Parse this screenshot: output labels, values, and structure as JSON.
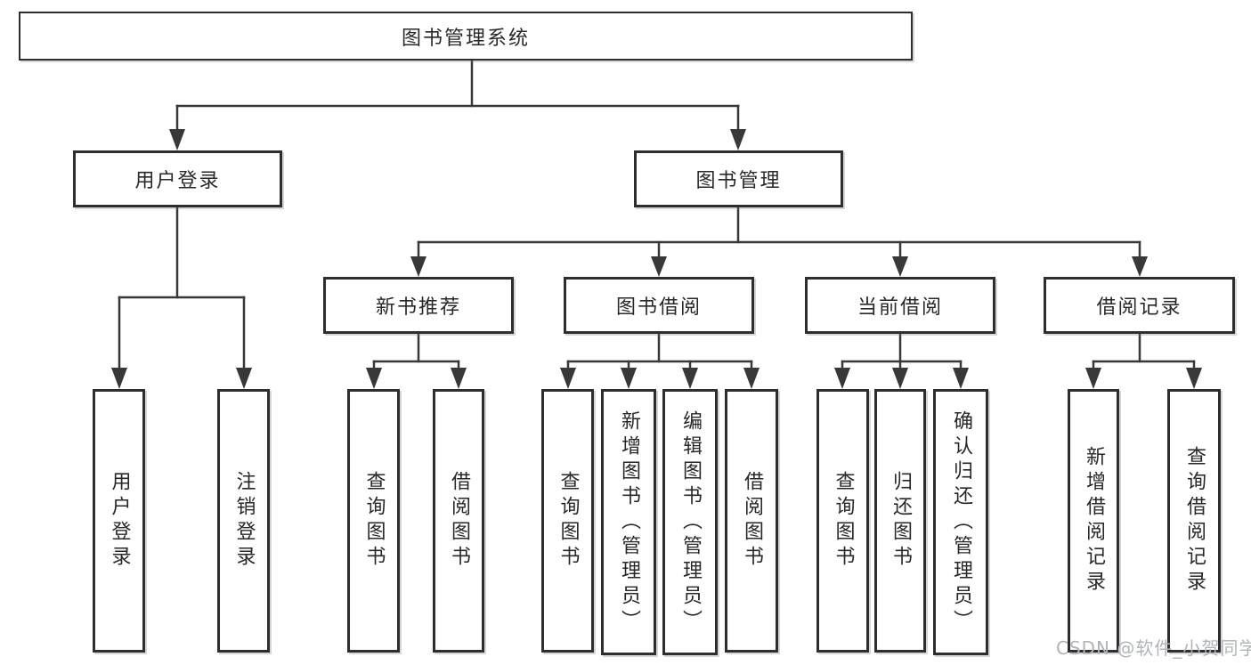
{
  "tree": {
    "label": "图书管理系统",
    "children": [
      {
        "label": "用户登录",
        "children": [
          {
            "label": "用户登录"
          },
          {
            "label": "注销登录"
          }
        ]
      },
      {
        "label": "图书管理",
        "children": [
          {
            "label": "新书推荐",
            "children": [
              {
                "label": "查询图书"
              },
              {
                "label": "借阅图书"
              }
            ]
          },
          {
            "label": "图书借阅",
            "children": [
              {
                "label": "查询图书"
              },
              {
                "label": "新增图书（管理员）"
              },
              {
                "label": "编辑图书（管理员）"
              },
              {
                "label": "借阅图书"
              }
            ]
          },
          {
            "label": "当前借阅",
            "children": [
              {
                "label": "查询图书"
              },
              {
                "label": "归还图书"
              },
              {
                "label": "确认归还（管理员）"
              }
            ]
          },
          {
            "label": "借阅记录",
            "children": [
              {
                "label": "新增借阅记录"
              },
              {
                "label": "查询借阅记录"
              }
            ]
          }
        ]
      }
    ]
  },
  "watermark": "CSDN @软件_小贺同学",
  "colors": {
    "line": "#383838",
    "box_border": "#2e2e2e",
    "text": "#282828",
    "watermark": "#b0b4b8",
    "background": "#ffffff"
  }
}
